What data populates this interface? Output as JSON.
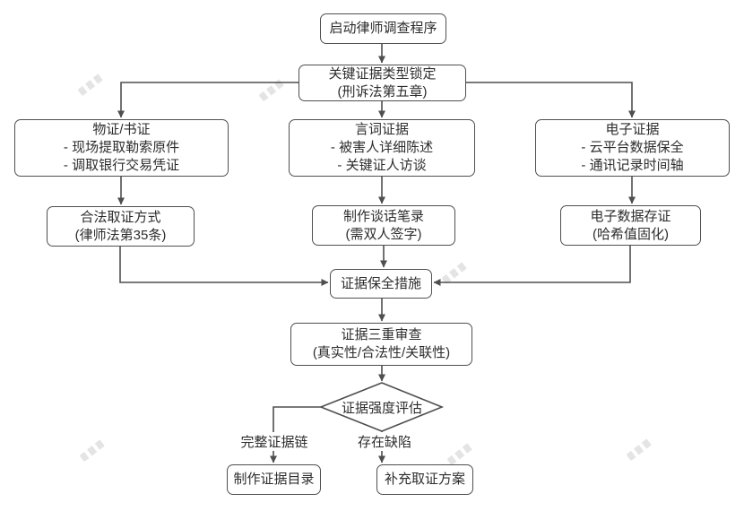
{
  "flowchart": {
    "nodes": {
      "start": {
        "lines": [
          "启动律师调查程序"
        ]
      },
      "lock": {
        "lines": [
          "关键证据类型锁定",
          "(刑诉法第五章)"
        ]
      },
      "physical": {
        "lines": [
          "物证/书证",
          "- 现场提取勒索原件",
          "- 调取银行交易凭证"
        ]
      },
      "verbal": {
        "lines": [
          "言词证据",
          "- 被害人详细陈述",
          "- 关键证人访谈"
        ]
      },
      "electronic": {
        "lines": [
          "电子证据",
          "- 云平台数据保全",
          "- 通讯记录时间轴"
        ]
      },
      "legal_method": {
        "lines": [
          "合法取证方式",
          "(律师法第35条)"
        ]
      },
      "transcript": {
        "lines": [
          "制作谈话笔录",
          "(需双人签字)"
        ]
      },
      "edata": {
        "lines": [
          "电子数据存证",
          "(哈希值固化)"
        ]
      },
      "preserve": {
        "lines": [
          "证据保全措施"
        ]
      },
      "review": {
        "lines": [
          "证据三重审查",
          "(真实性/合法性/关联性)"
        ]
      },
      "strength": {
        "lines": [
          "证据强度评估"
        ]
      },
      "catalog": {
        "lines": [
          "制作证据目录"
        ]
      },
      "supplement": {
        "lines": [
          "补充取证方案"
        ]
      }
    },
    "edge_labels": {
      "complete_chain": "完整证据链",
      "has_defect": "存在缺陷"
    },
    "colors": {
      "line": "#4f4f4f",
      "text": "#2d2d2d",
      "background": "#ffffff",
      "watermark": "#c4c4c4"
    }
  }
}
